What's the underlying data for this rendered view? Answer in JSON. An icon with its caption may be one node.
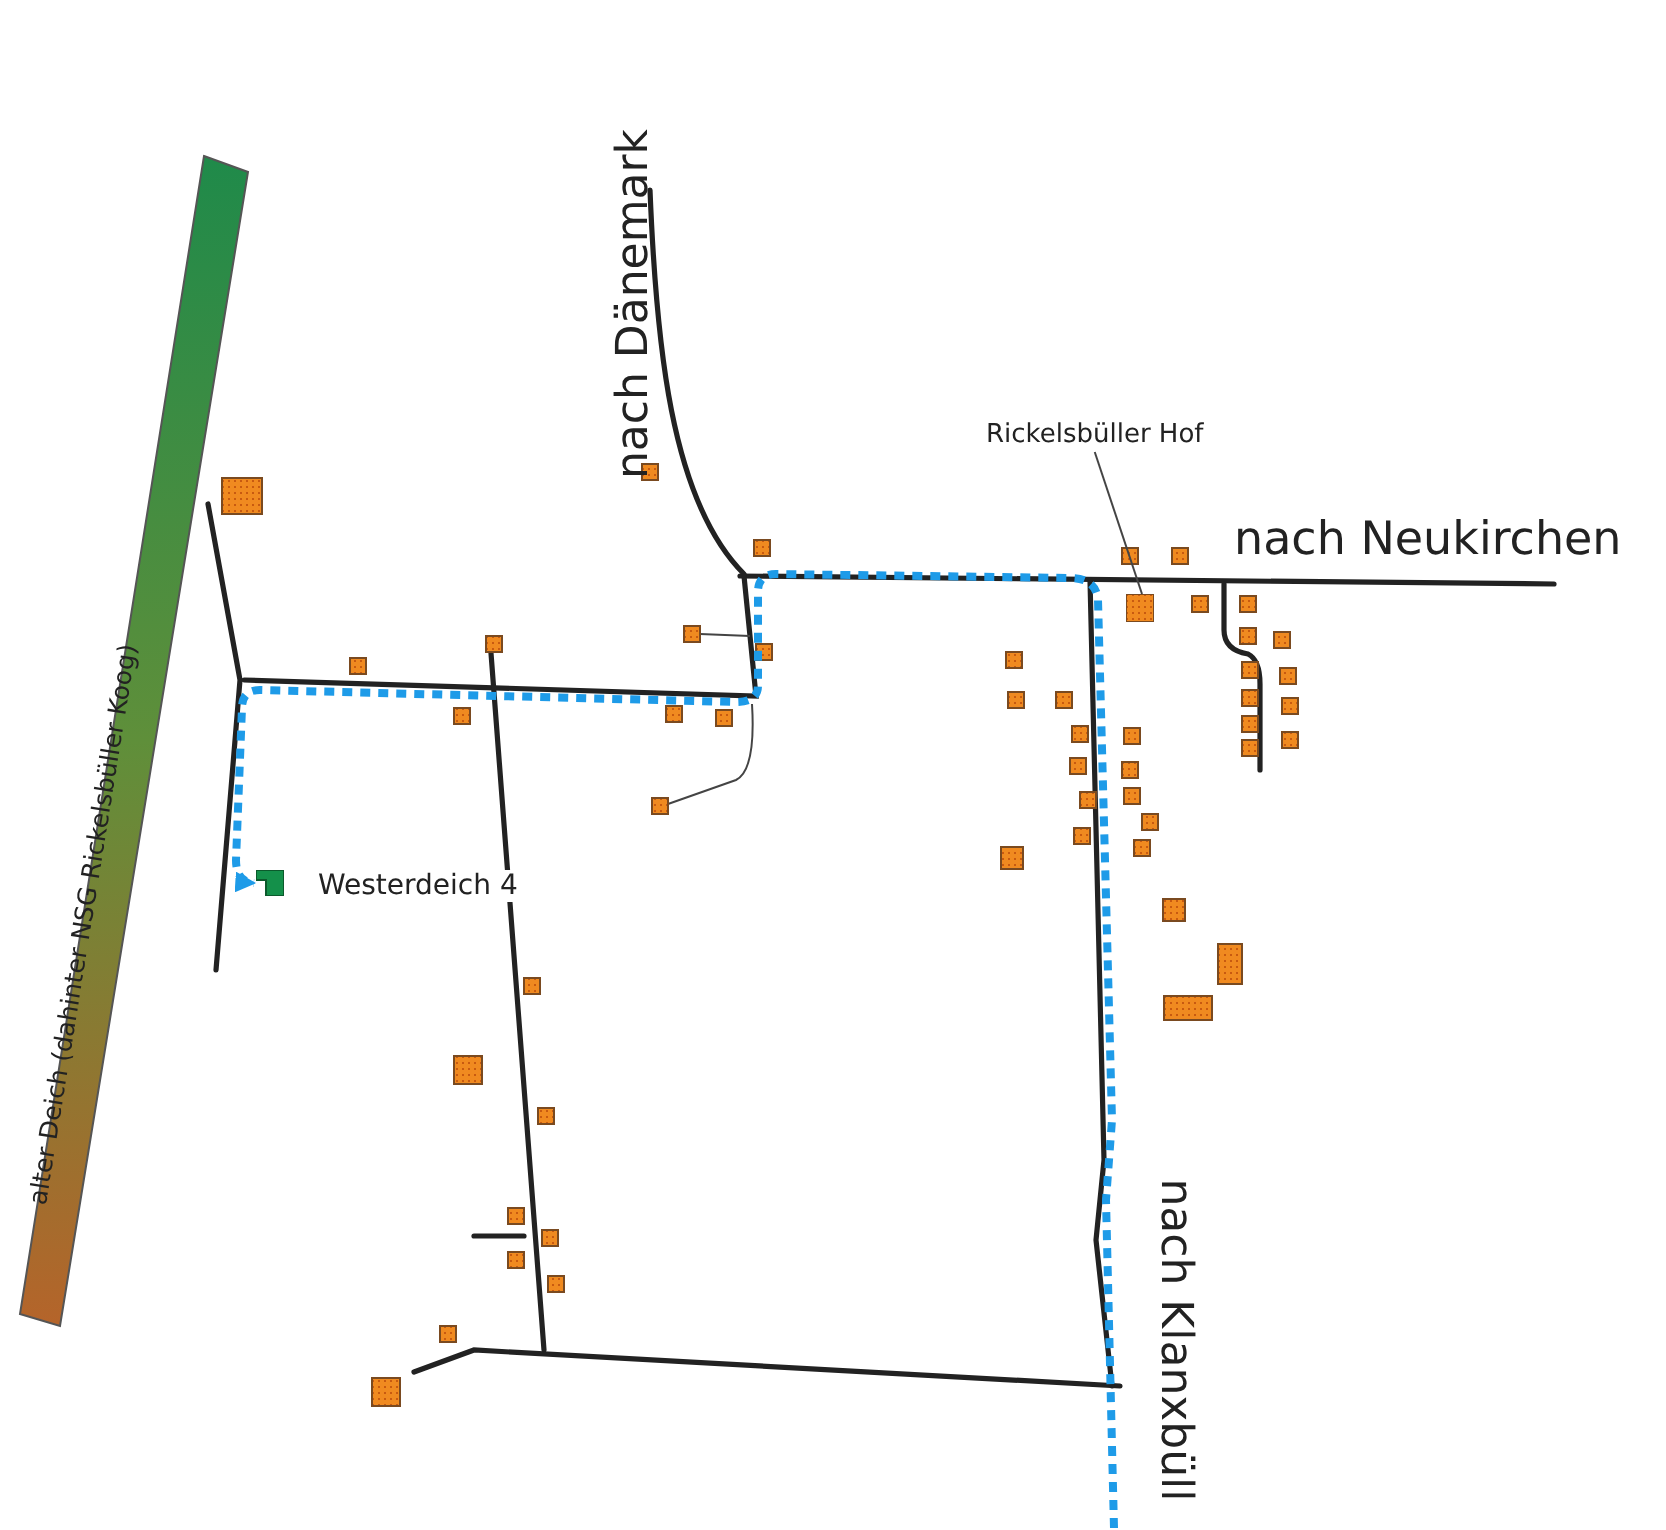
{
  "diagram": {
    "nodes": [
      {
        "text": [
          "Rickelsbüller Hof"
        ]
      },
      {
        "text": [],
        "shape": "box"
      },
      {
        "text": [],
        "shape": "box",
        "beside": [
          "Westerdeich 4"
        ]
      }
    ],
    "edges": [
      {
        "from": 0,
        "to": 1,
        "arrow": "none"
      },
      {
        "from": null,
        "to": 2,
        "arrow": "to",
        "style": "dashed",
        "color": "#1e9be8"
      }
    ],
    "labels": [
      "nach Dänemark",
      "nach Neukirchen",
      "alter Deich (dahinter NSG Rickelsbüller Koog)",
      "nach Klanxbüll"
    ]
  }
}
